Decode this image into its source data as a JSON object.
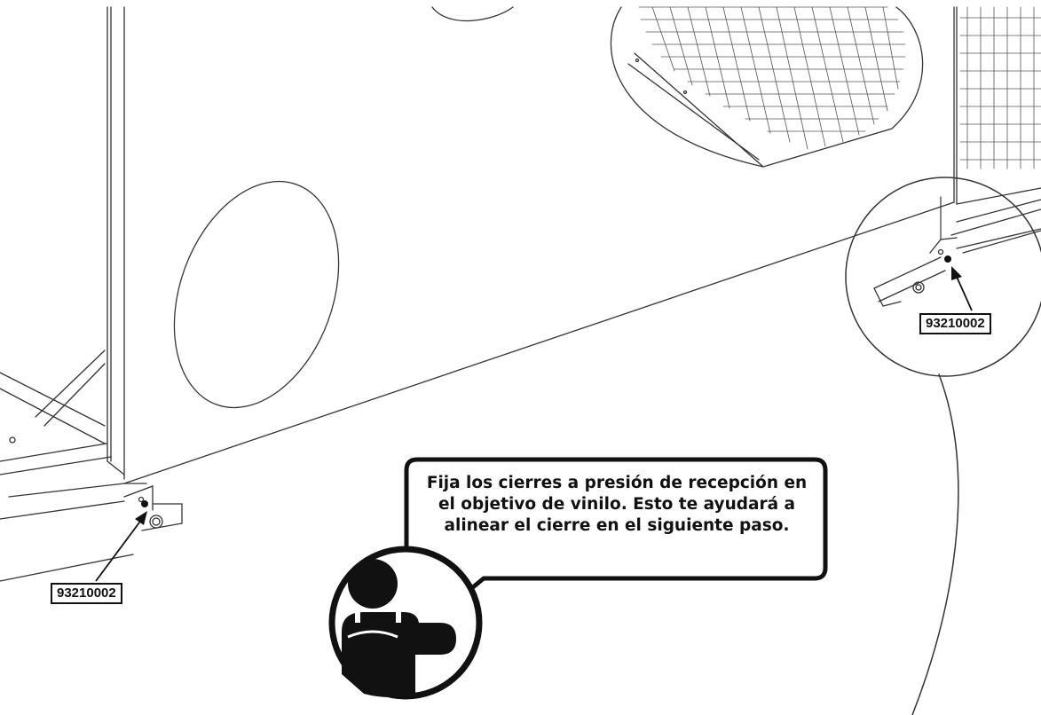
{
  "labels": {
    "part_number_left": "93210002",
    "part_number_right": "93210002"
  },
  "tip": {
    "text": "Fija los cierres a presión de recepción en el objetivo de vinilo. Esto te ayudará a alinear el cierre en el siguiente paso.",
    "icon": "person-helper-icon"
  },
  "colors": {
    "line": "#333333",
    "ink": "#111111",
    "background": "#ffffff"
  }
}
